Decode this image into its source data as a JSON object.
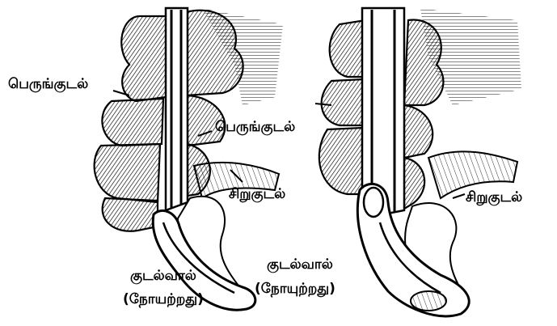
{
  "labels": {
    "large_intestine_left": "பெருங்குடல்",
    "large_intestine_middle": "பெருங்குடல்",
    "small_intestine_left": "சிறுகுடல்",
    "small_intestine_right": "சிறுகுடல்",
    "appendix_left": "குடல்வால்",
    "appendix_left_state": "(நோயற்றது)",
    "appendix_right": "குடல்வால்",
    "appendix_right_state": "(நோயுற்றது)"
  }
}
